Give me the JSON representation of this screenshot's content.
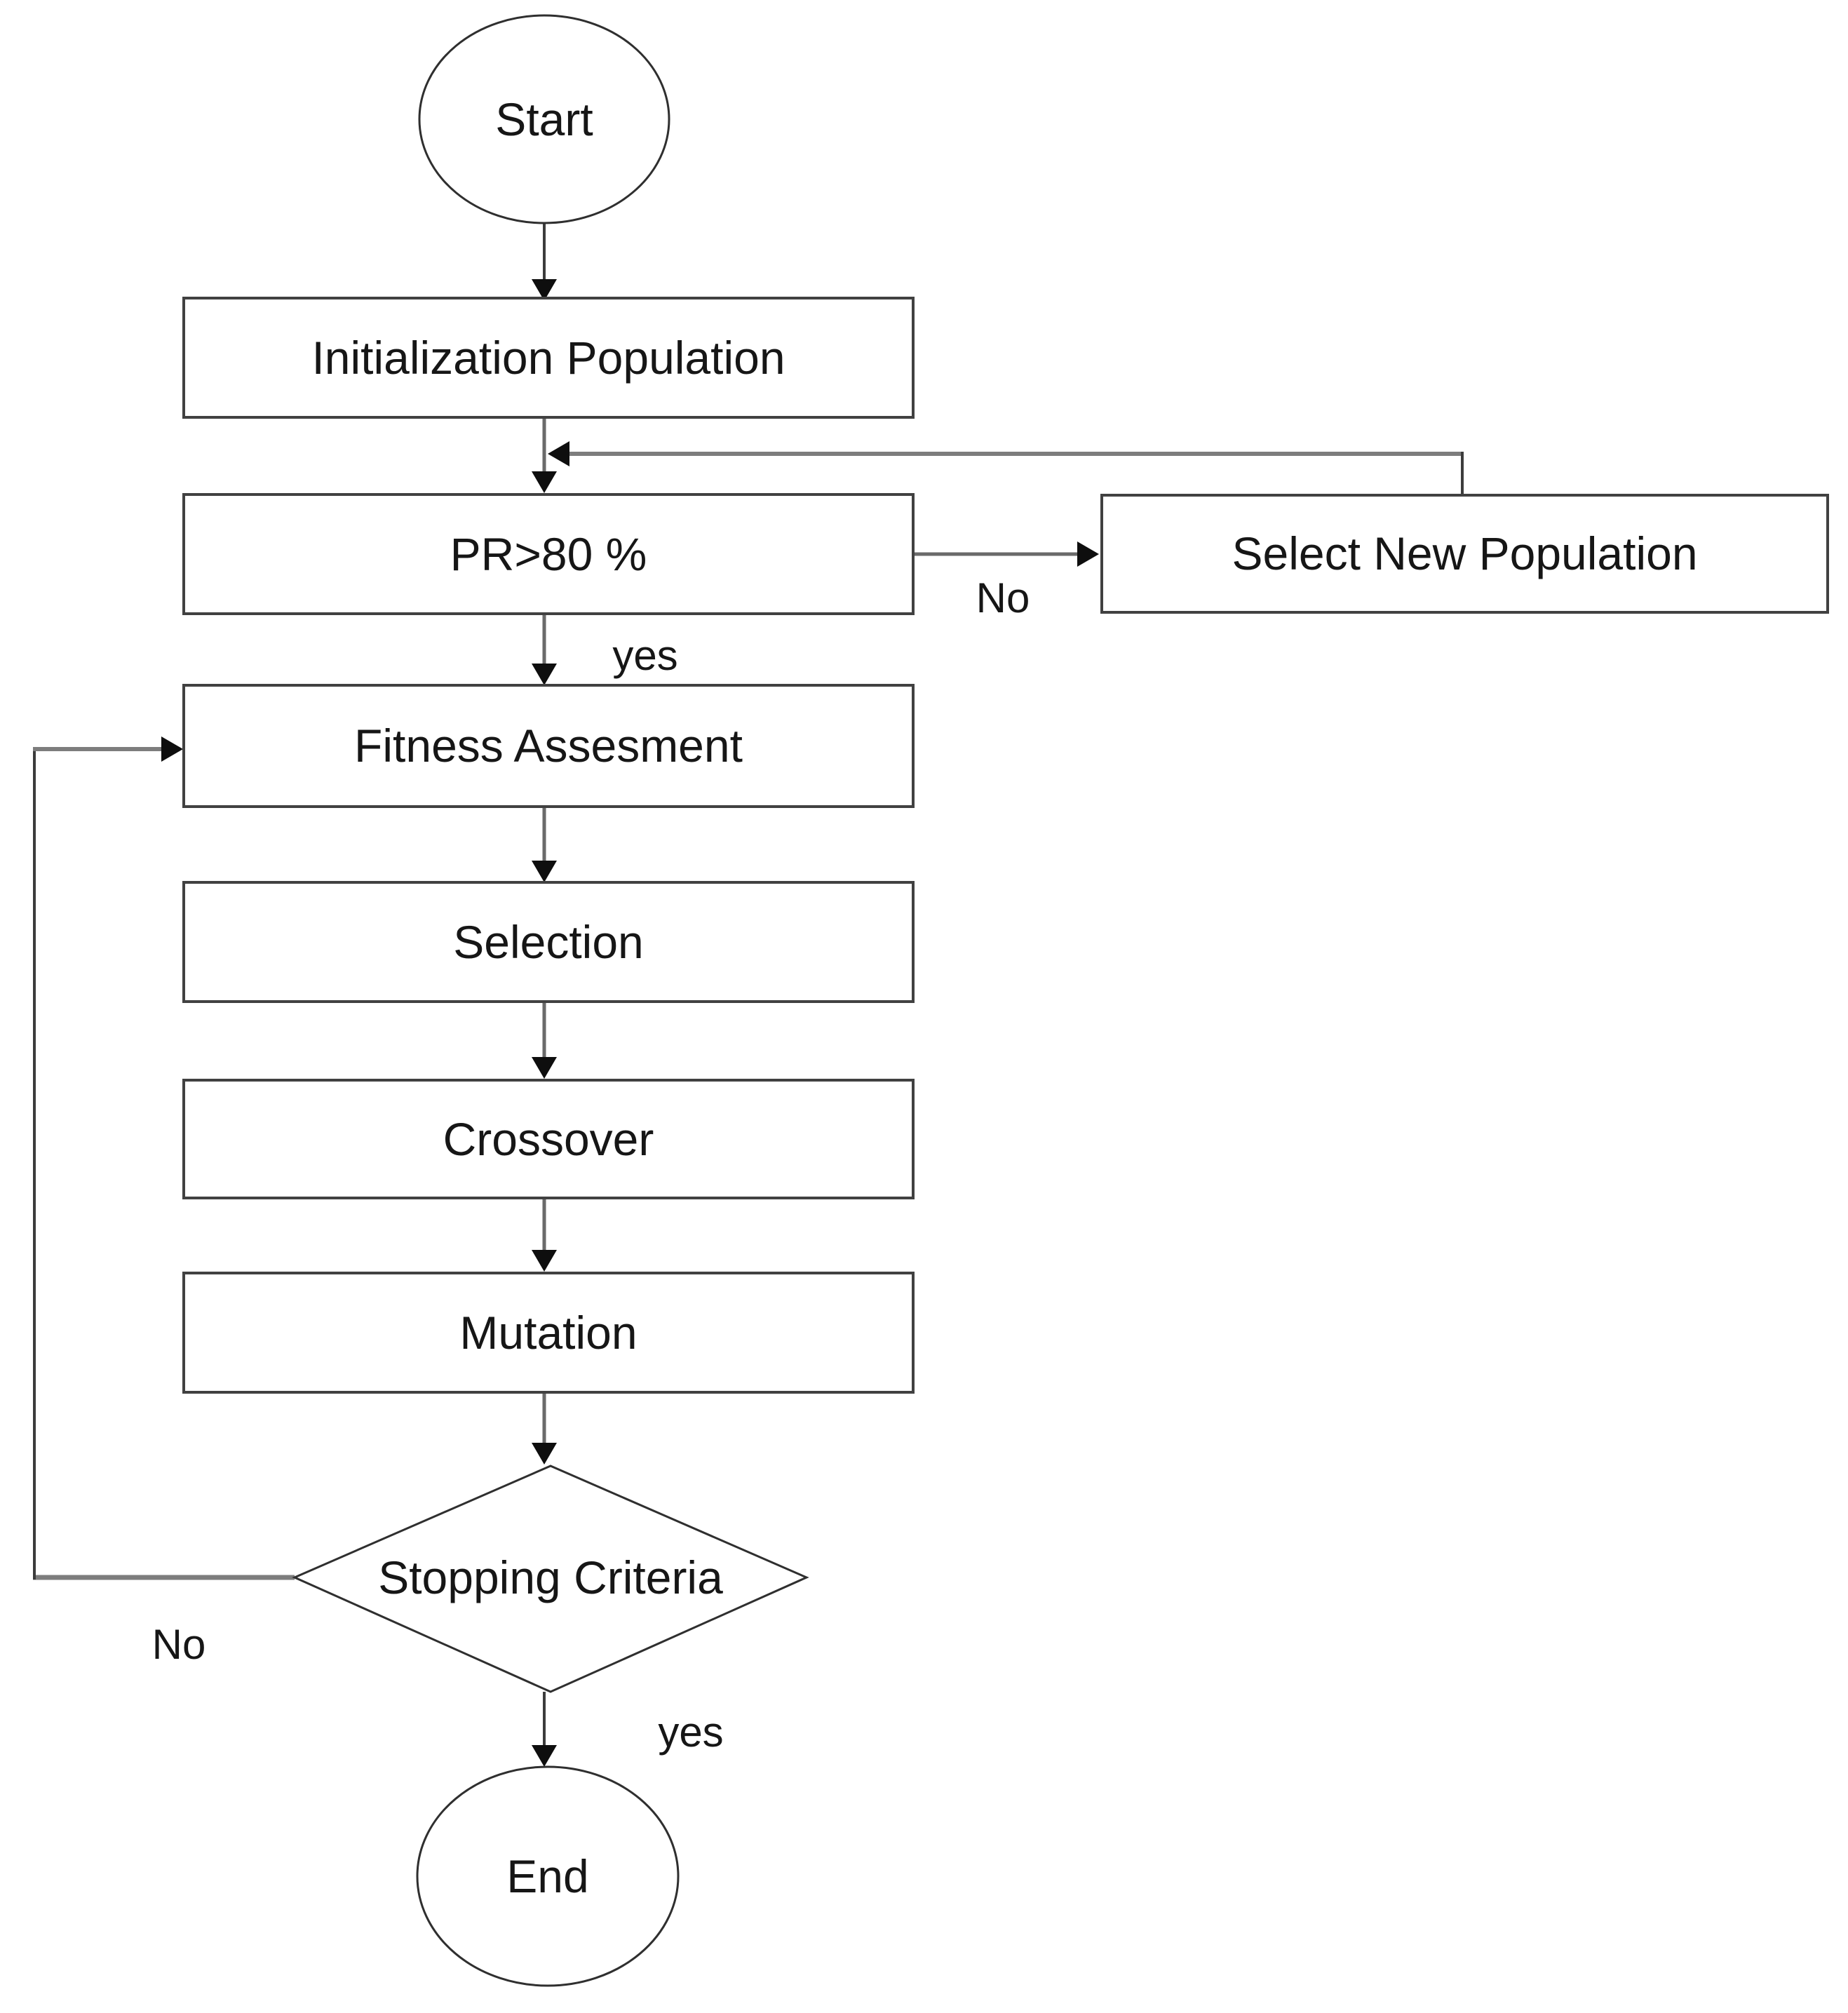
{
  "nodes": {
    "start": {
      "label": "Start",
      "shape": "terminator"
    },
    "init": {
      "label": "Initialization Population",
      "shape": "process"
    },
    "pr": {
      "label": "PR>80 %",
      "shape": "process"
    },
    "select_new": {
      "label": "Select New Population",
      "shape": "process"
    },
    "fitness": {
      "label": "Fitness Assesment",
      "shape": "process"
    },
    "selection": {
      "label": "Selection",
      "shape": "process"
    },
    "crossover": {
      "label": "Crossover",
      "shape": "process"
    },
    "mutation": {
      "label": "Mutation",
      "shape": "process"
    },
    "stopping": {
      "label": "Stopping Criteria",
      "shape": "decision"
    },
    "end": {
      "label": "End",
      "shape": "terminator"
    }
  },
  "edge_labels": {
    "pr_yes": "yes",
    "pr_no": "No",
    "stopping_yes": "yes",
    "stopping_no": "No"
  },
  "colors": {
    "background": "#ffffff",
    "line": "#6a6a6a",
    "loop_line": "#7d7d7d",
    "stub_line": "#3c3c3c",
    "arrow": "#0e0e0e",
    "border": "#414141",
    "shape_border": "#2f2f2f",
    "text": "#161616"
  }
}
